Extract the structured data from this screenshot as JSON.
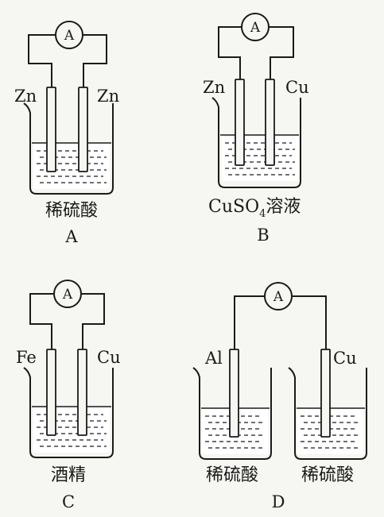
{
  "meter_symbol": "A",
  "colors": {
    "line": "#1a1a1a",
    "background": "#f6f6f2"
  },
  "panels": [
    {
      "id": "A",
      "letter": "A",
      "left_electrode": "Zn",
      "right_electrode": "Zn",
      "solution": "稀硫酸",
      "solution_formula": "",
      "solution_formula_sub": "",
      "solution_suffix": ""
    },
    {
      "id": "B",
      "letter": "B",
      "left_electrode": "Zn",
      "right_electrode": "Cu",
      "solution": "",
      "solution_formula": "CuSO",
      "solution_formula_sub": "4",
      "solution_suffix": "溶液"
    },
    {
      "id": "C",
      "letter": "C",
      "left_electrode": "Fe",
      "right_electrode": "Cu",
      "solution": "酒精",
      "solution_formula": "",
      "solution_formula_sub": "",
      "solution_suffix": ""
    },
    {
      "id": "D",
      "letter": "D",
      "left_electrode": "Al",
      "right_electrode": "Cu",
      "solution_left": "稀硫酸",
      "solution_right": "稀硫酸"
    }
  ]
}
